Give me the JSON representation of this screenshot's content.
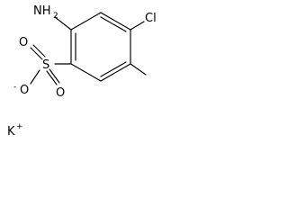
{
  "molecule": {
    "atoms": {
      "amine": "NH",
      "amine_subscript": "2",
      "chlorine": "Cl",
      "sulfur": "S",
      "oxygen_top": "O",
      "oxygen_bottom": "O",
      "oxygen_left": "O",
      "oxygen_left_charge": "-",
      "potassium": "K",
      "potassium_charge": "+"
    }
  }
}
